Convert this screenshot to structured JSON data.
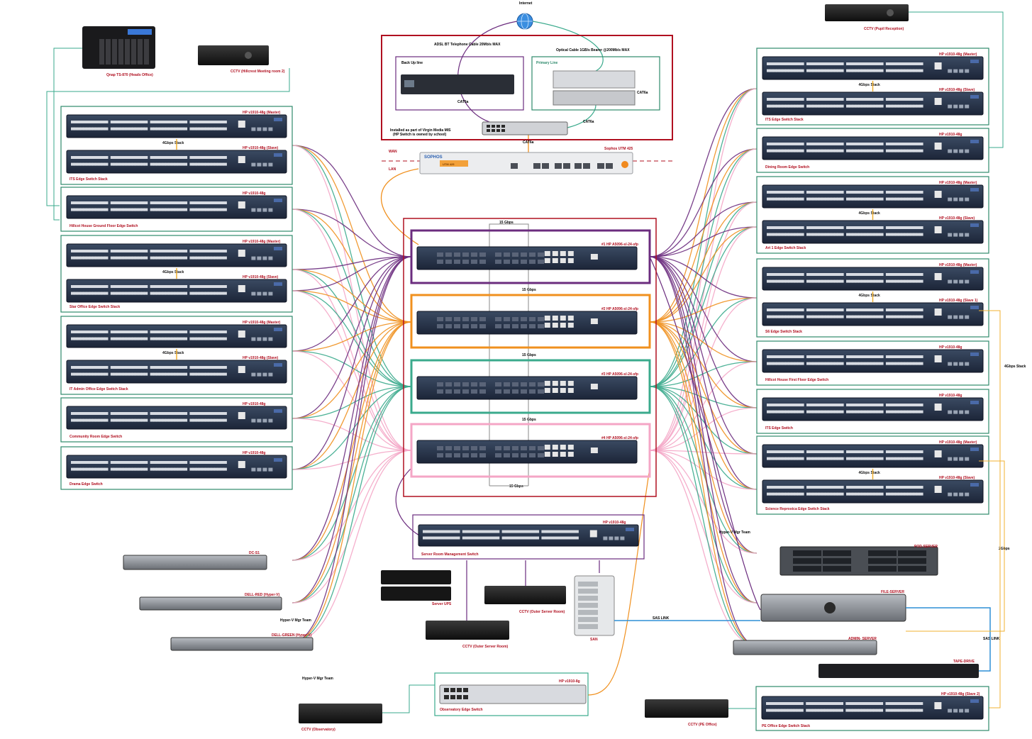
{
  "internet": {
    "label": "Internet"
  },
  "isp": {
    "adsl_label": "ADSL BT Telephone Cable 20Mb/s MAX",
    "optical_label": "Optical Cable 1GB/s Bearer @200Mb/s MAX",
    "backup_line": "Back Up line",
    "primary_line": "Primary Line",
    "cat6a": "CAT6a",
    "note_line1": "Installed as part of Virgin Media MIS",
    "note_line2": "(HP Switch is owned by school)"
  },
  "firewall": {
    "wan": "WAN",
    "lan": "LAN",
    "brand": "SOPHOS",
    "label": "Sophos UTM 425",
    "lcd": "UTM 425"
  },
  "core": {
    "gbps": "15 Gbps",
    "switches": [
      "#1 HP A5096-sl-24-sfp",
      "#2 HP A5096-sl-24-sfp",
      "#3 HP A5096-sl-24-sfp",
      "#4 HP A5096-sl-24-sfp"
    ]
  },
  "left_devices": {
    "qnap": "Qnap TS-870 (Heads Office)",
    "cctv_hillcrest": "CCTV (Hillcrest Meeting room 2)"
  },
  "left_groups": [
    {
      "title": "ITS Edge Switch Stack",
      "switches": [
        "HP v1910-48g (Master)",
        "HP v1910-48g (Slave)"
      ],
      "stack": "4Gbps Stack"
    },
    {
      "title": "Hillcot House Ground Floor Edge Switch",
      "switches": [
        "HP v1910-48g"
      ]
    },
    {
      "title": "Star Office Edge Switch Stack",
      "switches": [
        "HP v1910-48g (Master)",
        "HP v1910-48g (Slave)"
      ],
      "stack": "4Gbps Stack"
    },
    {
      "title": "IT Admin Office Edge Switch Stack",
      "switches": [
        "HP v1910-48g (Master)",
        "HP v1910-48g (Slave)"
      ],
      "stack": "4Gbps Stack"
    },
    {
      "title": "Community Room Edge Switch",
      "switches": [
        "HP v1910-48g"
      ]
    },
    {
      "title": "Drama Edge Switch",
      "switches": [
        "HP v1910-48g"
      ]
    }
  ],
  "right_groups": [
    {
      "title": "ITS Edge Switch Stack",
      "switches": [
        "HP v1910-48g (Master)",
        "HP v1910-48g (Slave)"
      ],
      "stack": "4Gbps Stack"
    },
    {
      "title": "Dining Room Edge Switch",
      "switches": [
        "HP v1910-48g"
      ]
    },
    {
      "title": "Art 1 Edge Switch Stack",
      "switches": [
        "HP v1910-48g (Master)",
        "HP v1910-48g (Slave)"
      ],
      "stack": "4Gbps Stack"
    },
    {
      "title": "S6 Edge Switch Stack",
      "switches": [
        "HP v1910-48g (Master)",
        "HP v1910-48g (Slave 1)"
      ],
      "stack": "4Gbps Stack"
    },
    {
      "title": "Hillcot House First Floor Edge Switch",
      "switches": [
        "HP v1910-48g"
      ]
    },
    {
      "title": "ITS Edge Switch",
      "switches": [
        "HP v1910-48g"
      ]
    },
    {
      "title": "Science Reprostca Edge Switch Stack",
      "switches": [
        "HP v1910-48g (Master)",
        "HP v1910-48g (Slave)"
      ],
      "stack": "4Gbps Stack"
    }
  ],
  "cctv_top_right": "CCTV (Pupil Reception)",
  "servers_left": {
    "dcs1": "DC-S1",
    "dell_red": "DELL-RED (Hyper-V)",
    "dell_green": "DELL-GREEN (Hyper-V)",
    "mgr_team": "Hyper-V Mgr Team",
    "mgr_team2": "Hyper-V Mgr Team"
  },
  "mgmt_switch": {
    "model": "HP v1910-48g",
    "label": "Server Room Management Switch"
  },
  "bottom_center": {
    "ups": "Server UPS",
    "cctv_server1": "CCTV (Outer Server Room)",
    "cctv_server2": "CCTV (Outer Server Room)",
    "san": "SAN",
    "sas_link": "SAS LINK"
  },
  "observatory": {
    "model": "HP v1910-8g",
    "label": "Observatory Edge Switch",
    "cctv": "CCTV (Observatory)"
  },
  "right_servers": {
    "hyperv_team": "Hyper-V Mgr Team",
    "pod_server": "POD-SERVER",
    "file_server": "FILE-SERVER",
    "admin_server": "ADMIN- SERVER",
    "tape_drive": "TAPE-DRIVE",
    "sas_link": "SAS LINK",
    "gbps_2": "2Gbps",
    "stack_4gbps": "4Gbps Stack"
  },
  "pe_office": {
    "cctv": "CCTV (PE Office)",
    "switch": "HP v1910-48g (Slave 2)",
    "label": "PE Office Edge Switch Stack"
  },
  "colors": {
    "purple": "#6b2c7e",
    "orange": "#f0901e",
    "teal": "#3aaa8c",
    "pink": "#f4a6c6",
    "darkred": "#b01020",
    "teal_border": "#2e8a6c",
    "blue": "#2e8fd6"
  }
}
